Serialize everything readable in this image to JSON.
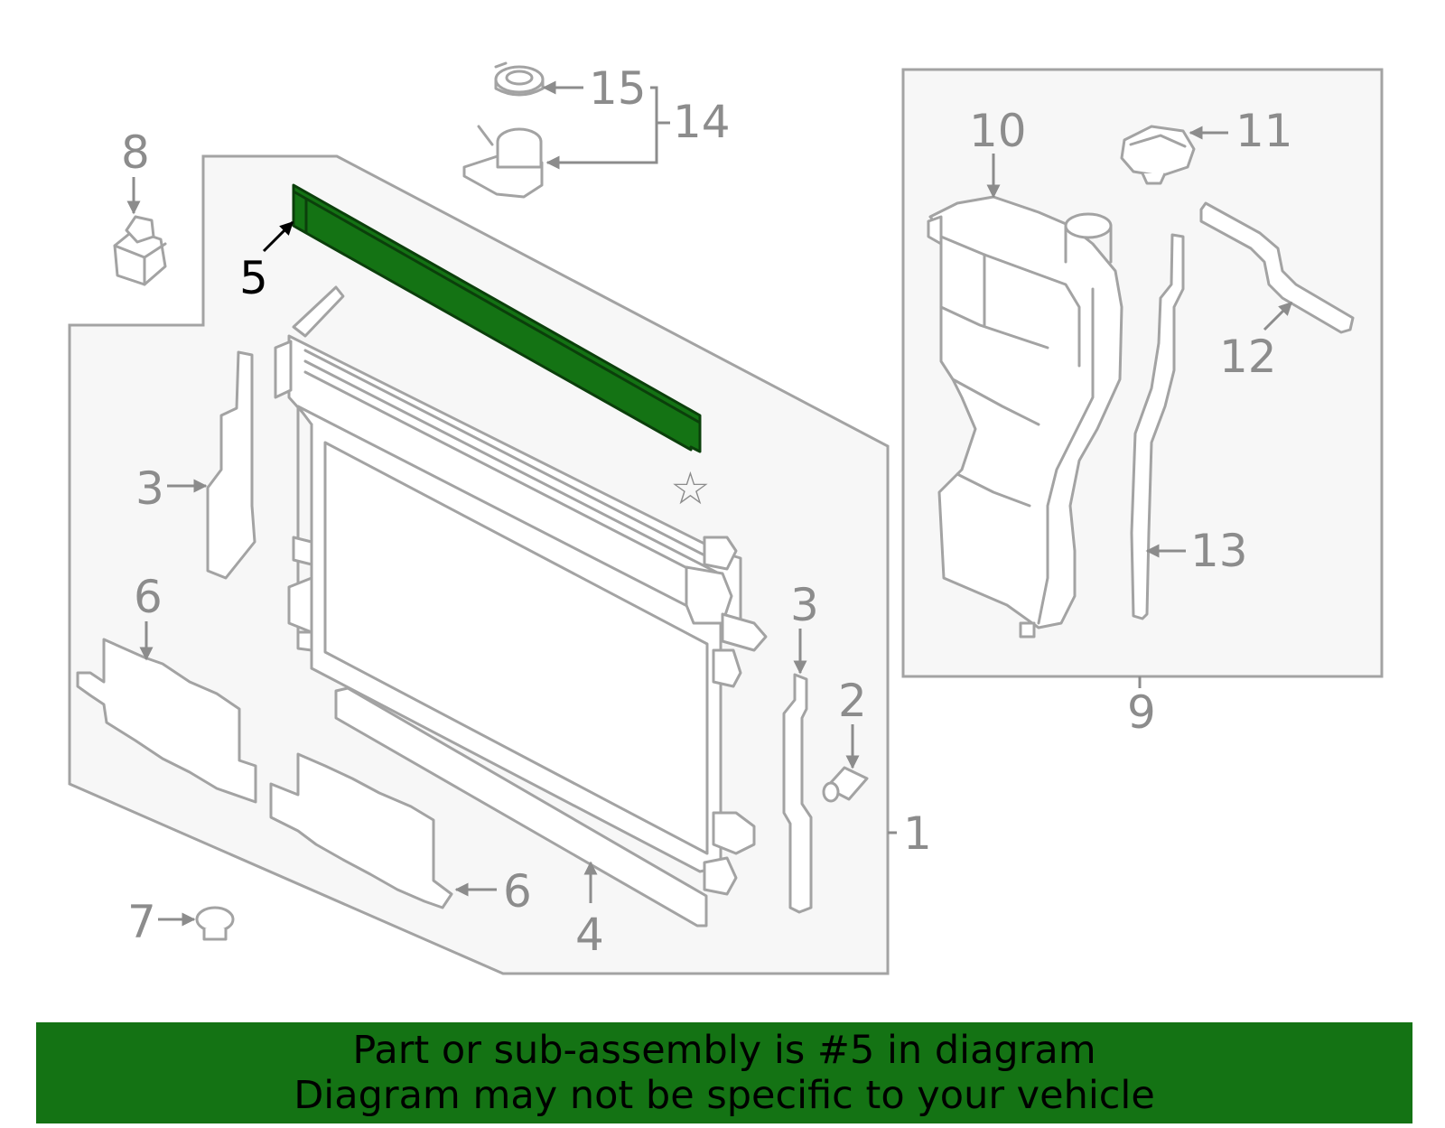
{
  "callouts": {
    "c1": "1",
    "c2": "2",
    "c3a": "3",
    "c3b": "3",
    "c4": "4",
    "c5": "5",
    "c6a": "6",
    "c6b": "6",
    "c7": "7",
    "c8": "8",
    "c9": "9",
    "c10": "10",
    "c11": "11",
    "c12": "12",
    "c13": "13",
    "c14": "14",
    "c15": "15"
  },
  "star": "☆",
  "highlighted_part": "5",
  "colors": {
    "highlight": "#147314",
    "highlight_dark": "#0b3f0b",
    "banner": "#147314",
    "panel_fill": "#f7f7f7",
    "outline": "#a3a3a3",
    "label": "#8c8c8c"
  },
  "banner": {
    "line1": "Part or sub-assembly is #5 in diagram",
    "line2": "Diagram may not be specific to your vehicle"
  }
}
